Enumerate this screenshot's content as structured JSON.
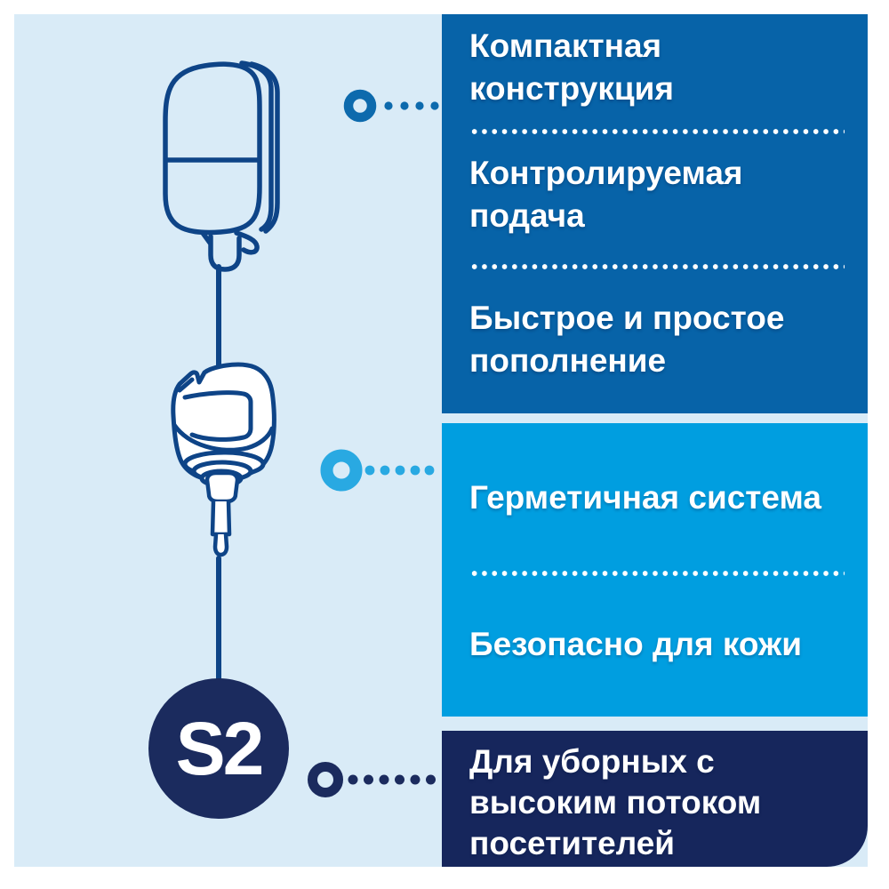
{
  "badge": {
    "label": "S2"
  },
  "panels": [
    {
      "name": "dispenser-features",
      "features": [
        "Компактная конструкция",
        "Контролируемая подача",
        "Быстрое и простое пополнение"
      ]
    },
    {
      "name": "refill-features",
      "features": [
        "Герметичная система",
        "Безопасно для кожи"
      ]
    },
    {
      "name": "usage-recommendation",
      "features": [
        "Для уборных с высоким потоком посетителей"
      ]
    }
  ],
  "illustrations": {
    "top": "soap-dispenser-outline",
    "middle": "refill-bottle-with-pump-outline",
    "bottom": "system-badge-circle"
  },
  "icons": {
    "markers": [
      "ring-marker-blue",
      "ring-marker-cyan",
      "ring-marker-navy"
    ],
    "connectors": [
      "dotted-leader-blue",
      "dotted-leader-cyan",
      "dotted-leader-navy"
    ]
  },
  "colors": {
    "page_background": "#ffffff",
    "canvas_background": "#d9ebf7",
    "panel_primary": "#0763a8",
    "panel_secondary": "#009ee0",
    "panel_dark": "#16265c",
    "illustration_outline": "#0e4487",
    "badge_fill": "#1b2b5e",
    "ring_top": "#0d6aad",
    "ring_middle": "#29a9e2",
    "ring_bottom": "#1b2b5e",
    "text": "#ffffff"
  }
}
